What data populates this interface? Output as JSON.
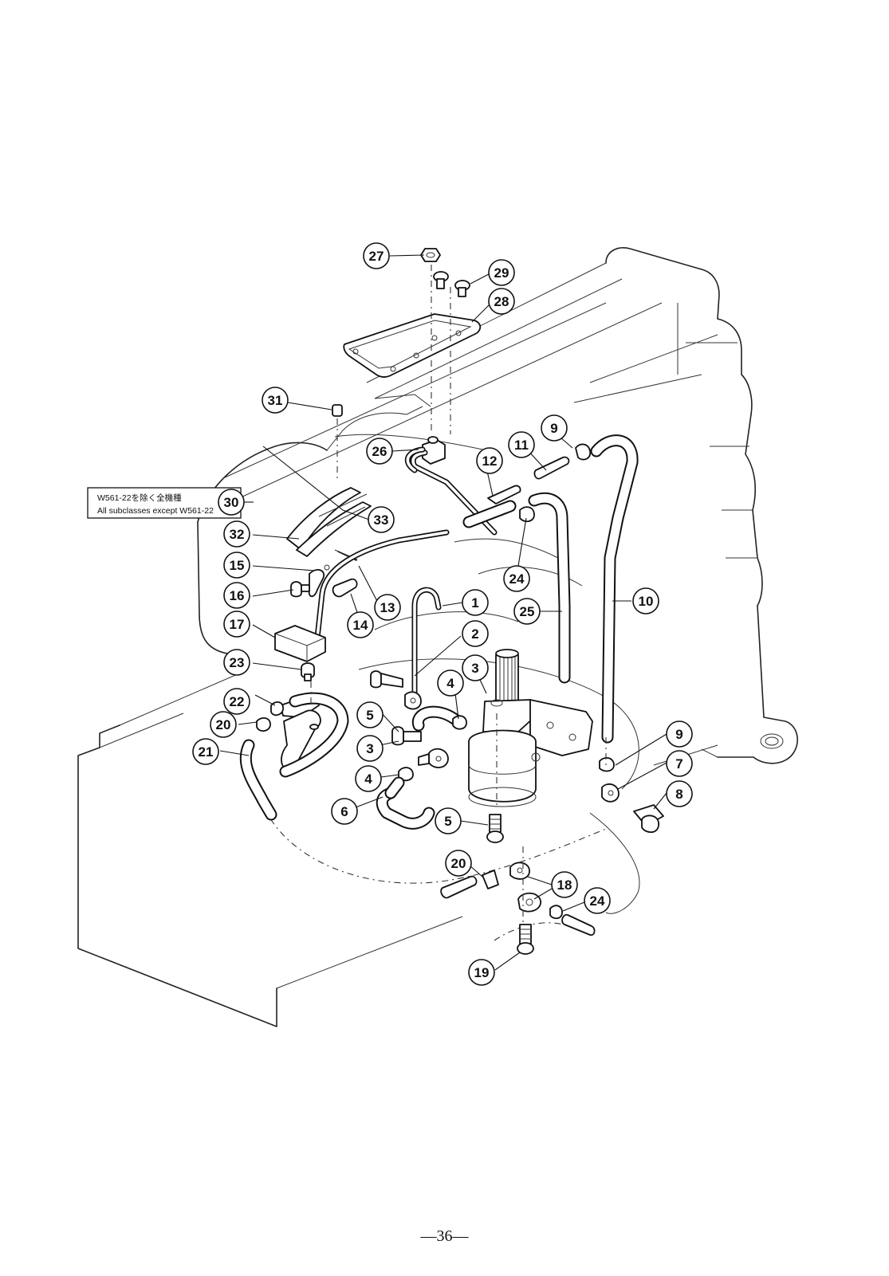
{
  "note": {
    "line1": "W561-22を除く全機種",
    "line2": "All subclasses except W561-22"
  },
  "callouts": [
    {
      "id": "c27",
      "label": "27"
    },
    {
      "id": "c29",
      "label": "29"
    },
    {
      "id": "c28",
      "label": "28"
    },
    {
      "id": "c31",
      "label": "31"
    },
    {
      "id": "c9a",
      "label": "9"
    },
    {
      "id": "c11",
      "label": "11"
    },
    {
      "id": "c26",
      "label": "26"
    },
    {
      "id": "c12",
      "label": "12"
    },
    {
      "id": "c30",
      "label": "30"
    },
    {
      "id": "c33",
      "label": "33"
    },
    {
      "id": "c32",
      "label": "32"
    },
    {
      "id": "c24a",
      "label": "24"
    },
    {
      "id": "c15",
      "label": "15"
    },
    {
      "id": "c16",
      "label": "16"
    },
    {
      "id": "c1",
      "label": "1"
    },
    {
      "id": "c13",
      "label": "13"
    },
    {
      "id": "c14",
      "label": "14"
    },
    {
      "id": "c25",
      "label": "25"
    },
    {
      "id": "c10",
      "label": "10"
    },
    {
      "id": "c17",
      "label": "17"
    },
    {
      "id": "c2",
      "label": "2"
    },
    {
      "id": "c23",
      "label": "23"
    },
    {
      "id": "c3a",
      "label": "3"
    },
    {
      "id": "c4a",
      "label": "4"
    },
    {
      "id": "c22",
      "label": "22"
    },
    {
      "id": "c5a",
      "label": "5"
    },
    {
      "id": "c20a",
      "label": "20"
    },
    {
      "id": "c9b",
      "label": "9"
    },
    {
      "id": "c21",
      "label": "21"
    },
    {
      "id": "c3b",
      "label": "3"
    },
    {
      "id": "c7",
      "label": "7"
    },
    {
      "id": "c4b",
      "label": "4"
    },
    {
      "id": "c8",
      "label": "8"
    },
    {
      "id": "c6",
      "label": "6"
    },
    {
      "id": "c5b",
      "label": "5"
    },
    {
      "id": "c20b",
      "label": "20"
    },
    {
      "id": "c18",
      "label": "18"
    },
    {
      "id": "c24b",
      "label": "24"
    },
    {
      "id": "c19",
      "label": "19"
    }
  ],
  "page_number": "—36—"
}
